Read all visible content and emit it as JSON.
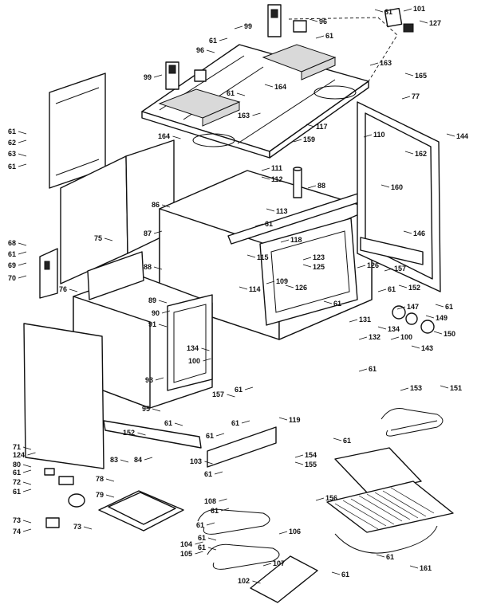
{
  "callouts": [
    {
      "id": "c61a",
      "text": "61"
    },
    {
      "id": "c101",
      "text": "101"
    },
    {
      "id": "c127",
      "text": "127"
    },
    {
      "id": "c99a",
      "text": "99"
    },
    {
      "id": "c96a",
      "text": "96"
    },
    {
      "id": "c61b",
      "text": "61"
    },
    {
      "id": "c61c",
      "text": "61"
    },
    {
      "id": "c96b",
      "text": "96"
    },
    {
      "id": "c99b",
      "text": "99"
    },
    {
      "id": "c163a",
      "text": "163"
    },
    {
      "id": "c164a",
      "text": "164"
    },
    {
      "id": "c61d",
      "text": "61"
    },
    {
      "id": "c165",
      "text": "165"
    },
    {
      "id": "c77",
      "text": "77"
    },
    {
      "id": "c163b",
      "text": "163"
    },
    {
      "id": "c110",
      "text": "110"
    },
    {
      "id": "c144",
      "text": "144"
    },
    {
      "id": "c61e",
      "text": "61"
    },
    {
      "id": "c62",
      "text": "62"
    },
    {
      "id": "c63",
      "text": "63"
    },
    {
      "id": "c61f",
      "text": "61"
    },
    {
      "id": "c164b",
      "text": "164"
    },
    {
      "id": "c117",
      "text": "117"
    },
    {
      "id": "c159",
      "text": "159"
    },
    {
      "id": "c162",
      "text": "162"
    },
    {
      "id": "c111",
      "text": "111"
    },
    {
      "id": "c112",
      "text": "112"
    },
    {
      "id": "c88a",
      "text": "88"
    },
    {
      "id": "c160",
      "text": "160"
    },
    {
      "id": "c86",
      "text": "86"
    },
    {
      "id": "c113",
      "text": "113"
    },
    {
      "id": "c61g",
      "text": "61"
    },
    {
      "id": "c87",
      "text": "87"
    },
    {
      "id": "c118",
      "text": "118"
    },
    {
      "id": "c146",
      "text": "146"
    },
    {
      "id": "c68",
      "text": "68"
    },
    {
      "id": "c61h",
      "text": "61"
    },
    {
      "id": "c75",
      "text": "75"
    },
    {
      "id": "c115",
      "text": "115"
    },
    {
      "id": "c123",
      "text": "123"
    },
    {
      "id": "c69",
      "text": "69"
    },
    {
      "id": "c88b",
      "text": "88"
    },
    {
      "id": "c125",
      "text": "125"
    },
    {
      "id": "c126a",
      "text": "126"
    },
    {
      "id": "c70",
      "text": "70"
    },
    {
      "id": "c109",
      "text": "109"
    },
    {
      "id": "c126b",
      "text": "126"
    },
    {
      "id": "c157a",
      "text": "157"
    },
    {
      "id": "c152a",
      "text": "152"
    },
    {
      "id": "c76",
      "text": "76"
    },
    {
      "id": "c114",
      "text": "114"
    },
    {
      "id": "c61i",
      "text": "61"
    },
    {
      "id": "c61j",
      "text": "61"
    },
    {
      "id": "c89",
      "text": "89"
    },
    {
      "id": "c90",
      "text": "90"
    },
    {
      "id": "c147",
      "text": "147"
    },
    {
      "id": "c61k",
      "text": "61"
    },
    {
      "id": "c131",
      "text": "131"
    },
    {
      "id": "c149",
      "text": "149"
    },
    {
      "id": "c91",
      "text": "91"
    },
    {
      "id": "c134a",
      "text": "134"
    },
    {
      "id": "c100a",
      "text": "100"
    },
    {
      "id": "c150",
      "text": "150"
    },
    {
      "id": "c132",
      "text": "132"
    },
    {
      "id": "c143",
      "text": "143"
    },
    {
      "id": "c134b",
      "text": "134"
    },
    {
      "id": "c100b",
      "text": "100"
    },
    {
      "id": "c61l",
      "text": "61"
    },
    {
      "id": "c93",
      "text": "93"
    },
    {
      "id": "c157b",
      "text": "157"
    },
    {
      "id": "c61m",
      "text": "61"
    },
    {
      "id": "c153",
      "text": "153"
    },
    {
      "id": "c151",
      "text": "151"
    },
    {
      "id": "c95",
      "text": "95"
    },
    {
      "id": "c119",
      "text": "119"
    },
    {
      "id": "c61n",
      "text": "61"
    },
    {
      "id": "c61o",
      "text": "61"
    },
    {
      "id": "c152b",
      "text": "152"
    },
    {
      "id": "c61p",
      "text": "61"
    },
    {
      "id": "c71",
      "text": "71"
    },
    {
      "id": "c124",
      "text": "124"
    },
    {
      "id": "c83",
      "text": "83"
    },
    {
      "id": "c84",
      "text": "84"
    },
    {
      "id": "c103",
      "text": "103"
    },
    {
      "id": "c61q",
      "text": "61"
    },
    {
      "id": "c80",
      "text": "80"
    },
    {
      "id": "c61r",
      "text": "61"
    },
    {
      "id": "c154",
      "text": "154"
    },
    {
      "id": "c155",
      "text": "155"
    },
    {
      "id": "c72",
      "text": "72"
    },
    {
      "id": "c61s",
      "text": "61"
    },
    {
      "id": "c78",
      "text": "78"
    },
    {
      "id": "c61t",
      "text": "61"
    },
    {
      "id": "c79",
      "text": "79"
    },
    {
      "id": "c108",
      "text": "108"
    },
    {
      "id": "c156",
      "text": "156"
    },
    {
      "id": "c61u",
      "text": "61"
    },
    {
      "id": "c73a",
      "text": "73"
    },
    {
      "id": "c61v",
      "text": "61"
    },
    {
      "id": "c106",
      "text": "106"
    },
    {
      "id": "c74",
      "text": "74"
    },
    {
      "id": "c73b",
      "text": "73"
    },
    {
      "id": "c104",
      "text": "104"
    },
    {
      "id": "c61w",
      "text": "61"
    },
    {
      "id": "c105",
      "text": "105"
    },
    {
      "id": "c61x",
      "text": "61"
    },
    {
      "id": "c61y",
      "text": "61"
    },
    {
      "id": "c107",
      "text": "107"
    },
    {
      "id": "c161",
      "text": "161"
    },
    {
      "id": "c102",
      "text": "102"
    },
    {
      "id": "c61z",
      "text": "61"
    }
  ]
}
